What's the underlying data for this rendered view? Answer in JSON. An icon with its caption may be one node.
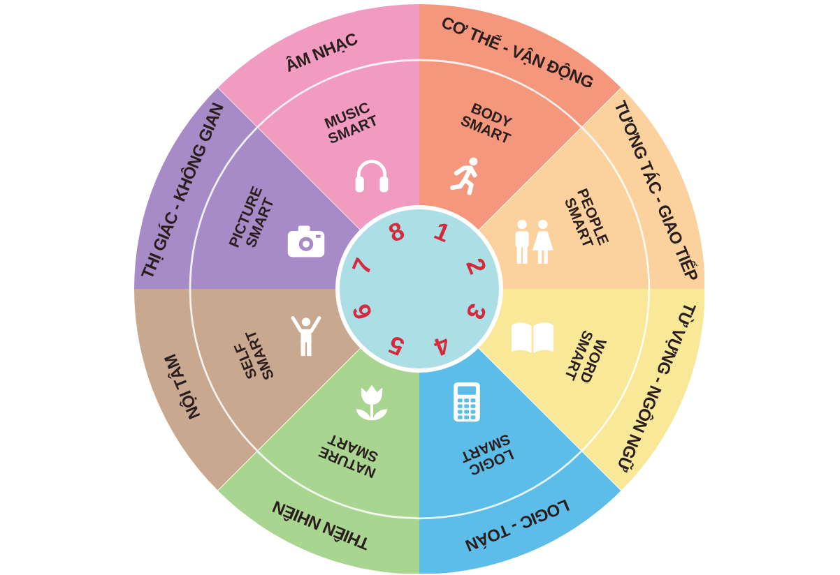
{
  "diagram": {
    "nodes": [
      {
        "text": [
          "CƠ THỂ - VẬN ĐỘNG",
          "BODY SMART"
        ]
      },
      {
        "text": [
          "TƯƠNG TÁC - GIAO TIẾP",
          "PEOPLE SMART"
        ]
      },
      {
        "text": [
          "TỪ VỰNG - NGÔN NGỮ",
          "WORD SMART"
        ]
      },
      {
        "text": [
          "LOGIC - TOÁN",
          "LOGIC SMART"
        ]
      },
      {
        "text": [
          "THIÊN NHIÊN",
          "NATURE SMART"
        ]
      },
      {
        "text": [
          "NỘI TÂM",
          "SELF SMART"
        ]
      },
      {
        "text": [
          "THỊ GIÁC - KHÔNG GIAN",
          "PICTURE SMART"
        ]
      },
      {
        "text": [
          "ÂM NHẠC",
          "MUSIC SMART"
        ]
      },
      {
        "text": [
          "1",
          "2",
          "3",
          "4",
          "5",
          "6",
          "7",
          "8"
        ]
      }
    ]
  }
}
